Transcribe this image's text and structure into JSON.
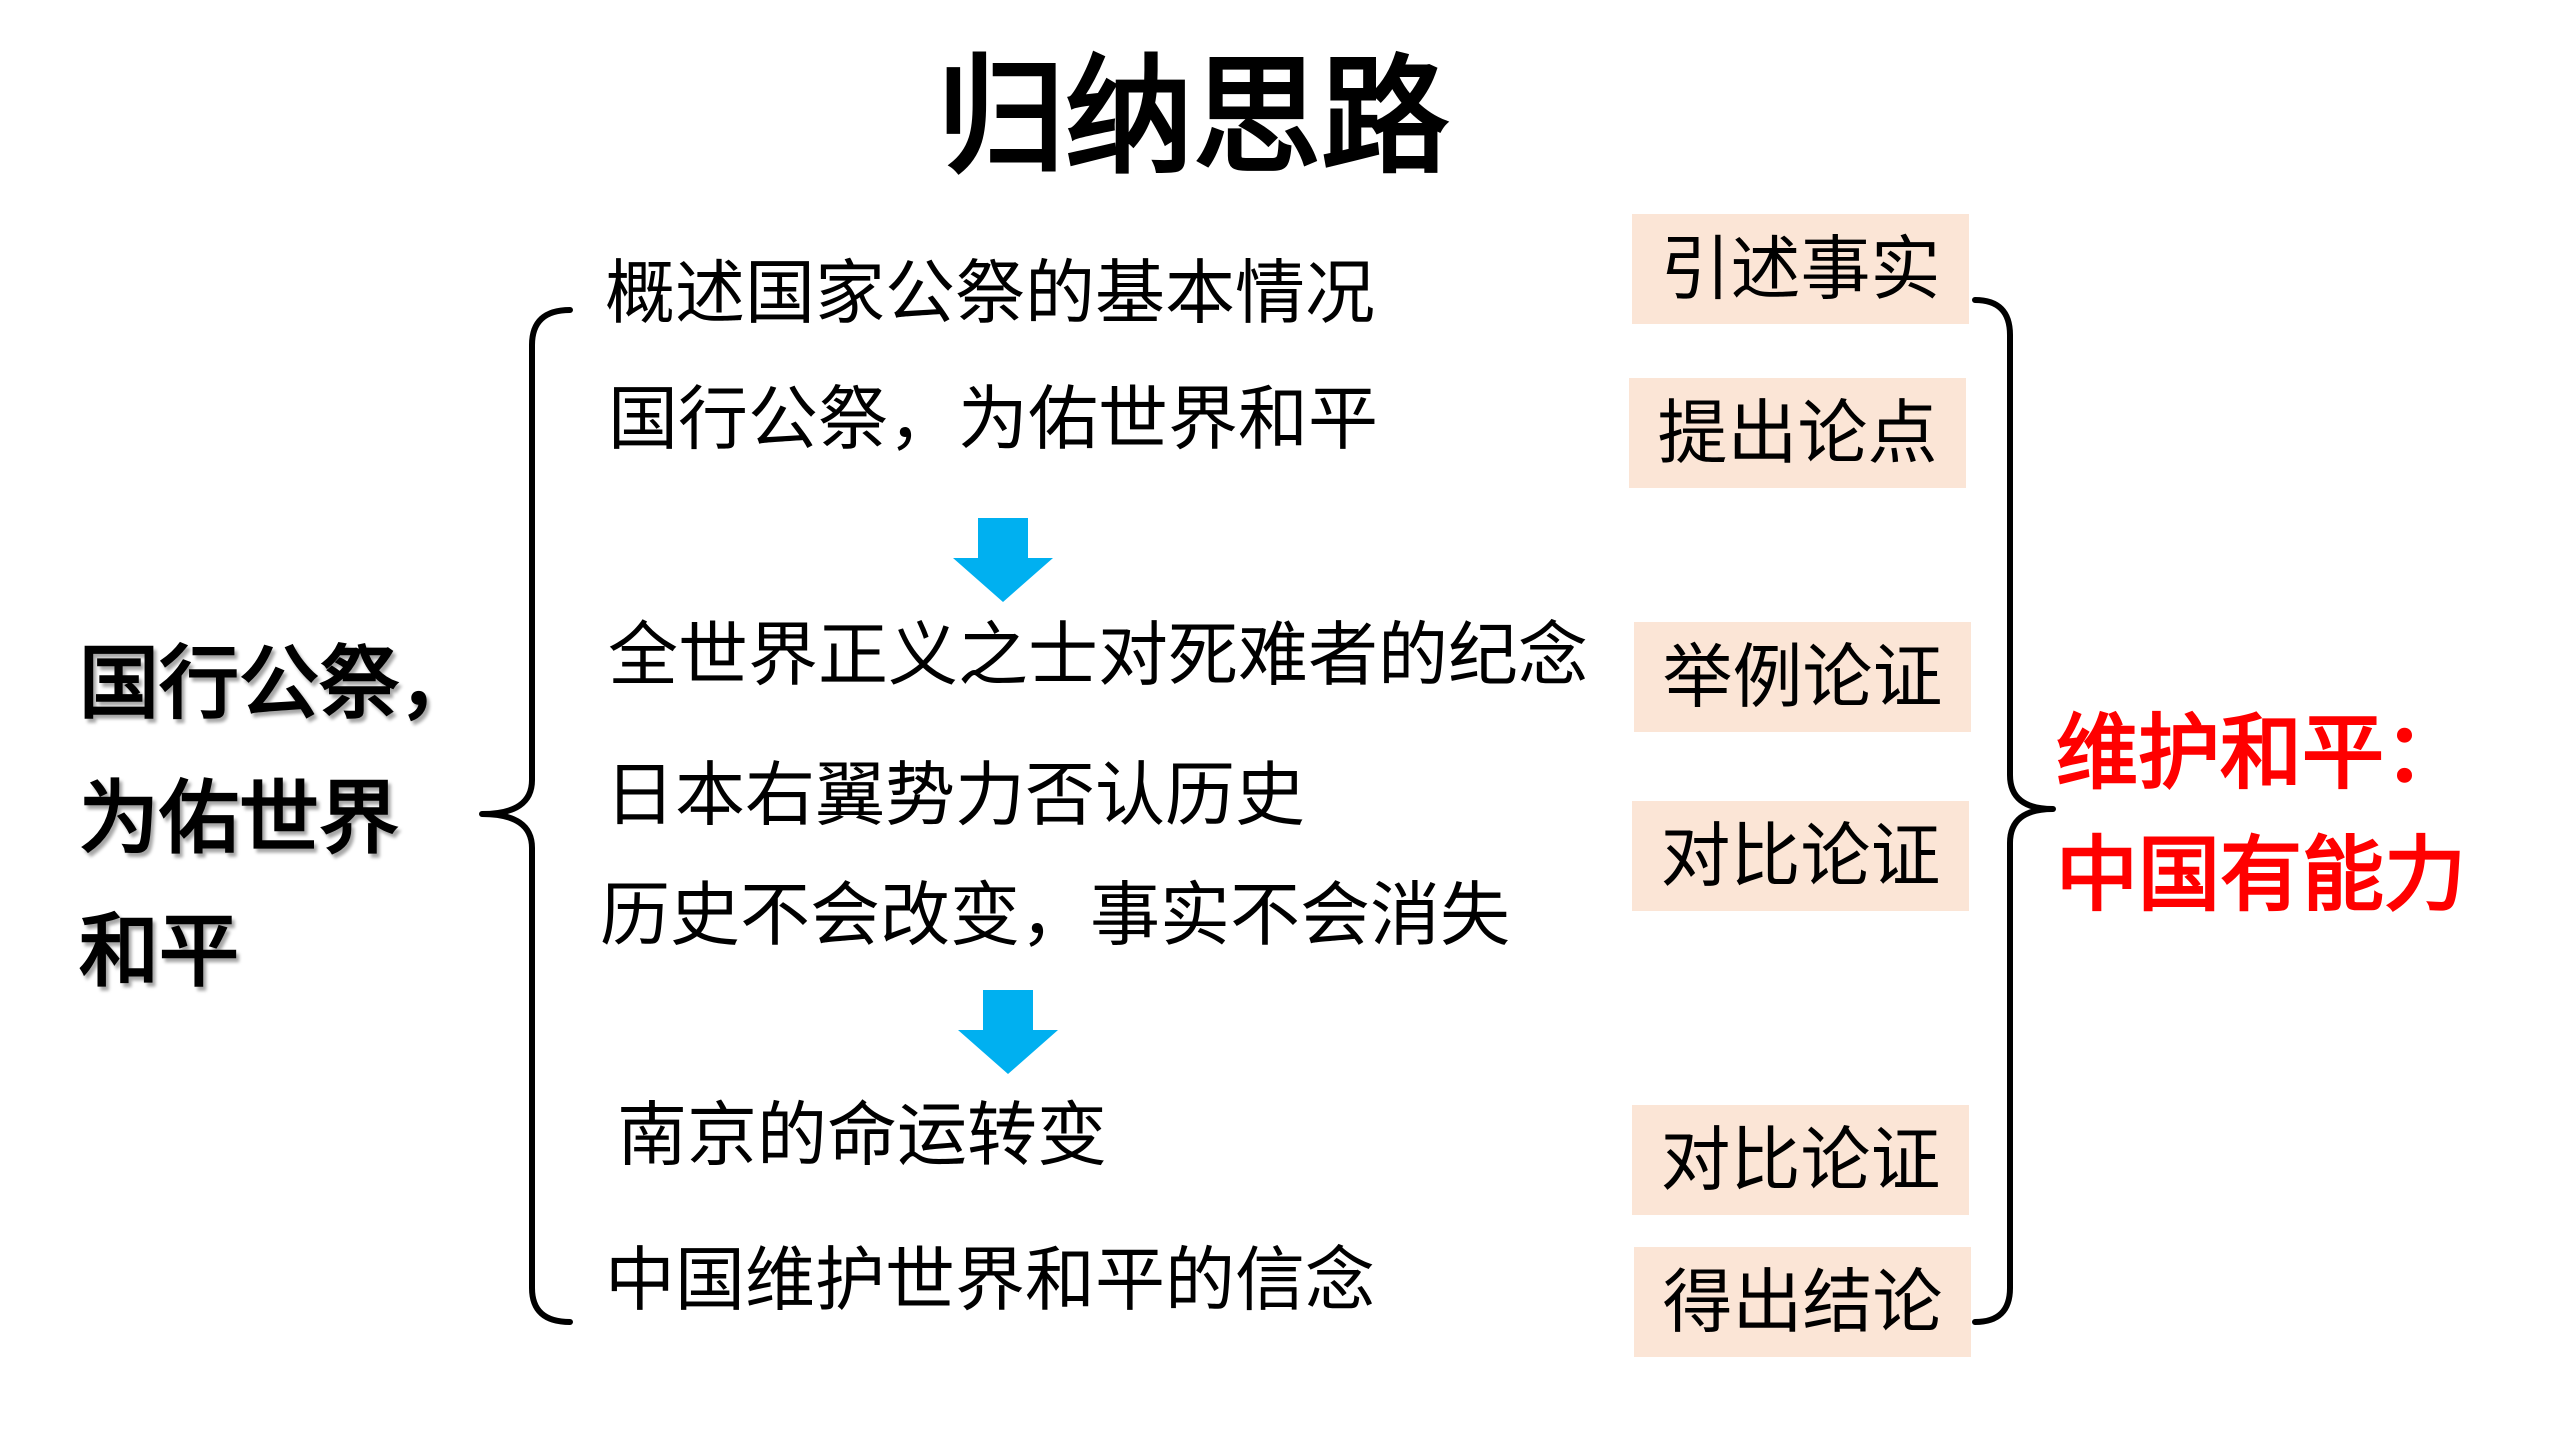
{
  "title": "归纳思路",
  "topic": {
    "lines": [
      "国行公祭，",
      "为佑世界",
      "和平"
    ]
  },
  "steps": [
    "概述国家公祭的基本情况",
    "国行公祭，为佑世界和平",
    "全世界正义之士对死难者的纪念",
    "日本右翼势力否认历史",
    "历史不会改变，事实不会消失",
    "南京的命运转变",
    "中国维护世界和平的信念"
  ],
  "methods": [
    "引述事实",
    "提出论点",
    "举例论证",
    "对比论证",
    "对比论证",
    "得出结论"
  ],
  "conclusion": {
    "lines": [
      "维护和平：",
      "中国有能力"
    ]
  },
  "icons": {
    "arrow": "down-arrow-icon",
    "left_brace": "left-brace",
    "right_brace": "right-brace"
  },
  "colors": {
    "background": "#FFFFFF",
    "text": "#000000",
    "box_bg": "#FBE5D6",
    "arrow": "#00B0F0",
    "conclusion": "#FF0000"
  }
}
